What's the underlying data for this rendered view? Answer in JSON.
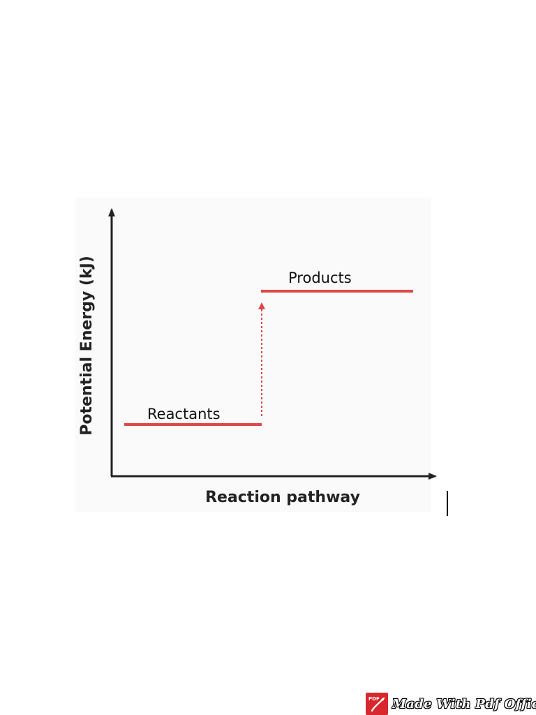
{
  "diagram": {
    "y_axis_label": "Potential Energy (kJ)",
    "x_axis_label": "Reaction pathway",
    "reactants_label": "Reactants",
    "products_label": "Products",
    "line_color": "#e04848",
    "axis_color": "#222222"
  },
  "watermark": {
    "text": "Made With Pdf Office",
    "logo_text": "PDF",
    "logo_color": "#d9272e"
  }
}
